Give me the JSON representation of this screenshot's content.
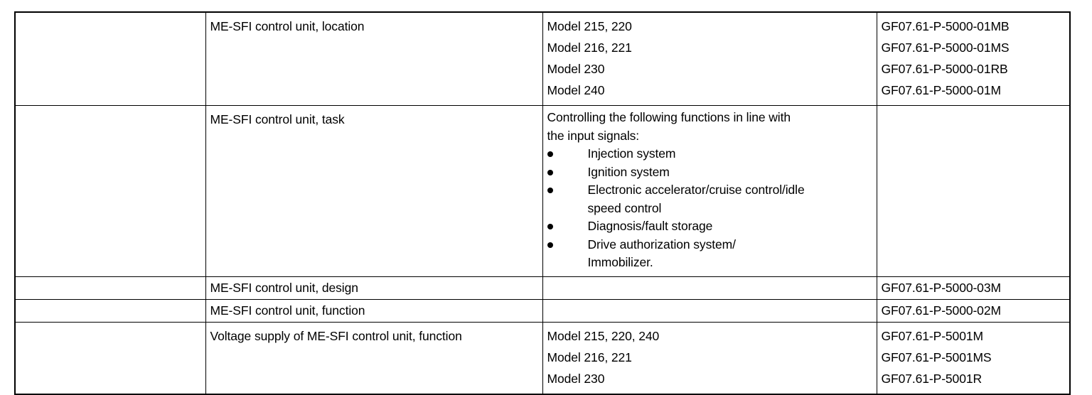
{
  "document": {
    "type": "specification-table",
    "colors": {
      "text": "#000000",
      "background": "#ffffff",
      "border": "#000000"
    }
  },
  "table": {
    "columns": [
      {
        "key": "tag",
        "header": ""
      },
      {
        "key": "description",
        "header": ""
      },
      {
        "key": "models",
        "header": ""
      },
      {
        "key": "document_code",
        "header": ""
      }
    ],
    "rows": [
      {
        "name": "me-sfi-control-unit-location",
        "tag": "",
        "description": "ME-SFI control unit, location",
        "models": [
          "Model 215, 220",
          "Model 216, 221",
          "Model 230",
          "Model 240"
        ],
        "codes": [
          "GF07.61-P-5000-01MB",
          "GF07.61-P-5000-01MS",
          "GF07.61-P-5000-01RB",
          "GF07.61-P-5000-01M"
        ]
      },
      {
        "name": "me-sfi-control-unit-task",
        "tag": "",
        "description": "ME-SFI control unit, task",
        "intro_lines": [
          "Controlling the following functions in line with",
          "the input signals:"
        ],
        "bullets": [
          {
            "lines": [
              "Injection system"
            ]
          },
          {
            "lines": [
              "Ignition system"
            ]
          },
          {
            "lines": [
              "Electronic accelerator/cruise control/idle",
              "speed control"
            ]
          },
          {
            "lines": [
              "Diagnosis/fault storage"
            ]
          },
          {
            "lines": [
              "Drive authorization system/",
              "Immobilizer."
            ]
          }
        ],
        "codes": []
      },
      {
        "name": "me-sfi-control-unit-design",
        "tag": "",
        "description": "ME-SFI control unit, design",
        "models": [],
        "codes": [
          "GF07.61-P-5000-03M"
        ]
      },
      {
        "name": "me-sfi-control-unit-function",
        "tag": "",
        "description": "ME-SFI control unit, function",
        "models": [],
        "codes": [
          "GF07.61-P-5000-02M"
        ]
      },
      {
        "name": "voltage-supply-me-sfi-control-unit-function",
        "tag": "",
        "description": "Voltage supply of ME-SFI control unit, function",
        "models": [
          "Model 215, 220, 240",
          "Model 216, 221",
          "Model 230"
        ],
        "codes": [
          "GF07.61-P-5001M",
          "GF07.61-P-5001MS",
          "GF07.61-P-5001R"
        ]
      }
    ]
  }
}
